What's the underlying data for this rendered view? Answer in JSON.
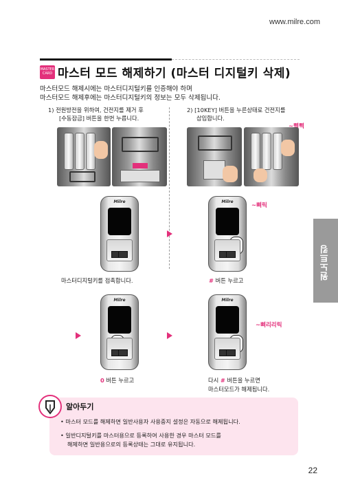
{
  "header": {
    "url": "www.milre.com"
  },
  "section": {
    "badge": "MASTER\nCARD",
    "title": "마스터 모드 해제하기 (마스터 디지털키 삭제)",
    "intro_lines": [
      "마스터모드 해제시에는 마스터디지털키를 인증해야 하며",
      "마스터모드 해제후에는 마스터디지털키의 정보는 모두 삭제됩니다."
    ]
  },
  "steps": {
    "step1": [
      "1) 전원방전을 위하여, 건전지를 제거 후",
      "[수동잠금] 버튼을 한번 누릅니다."
    ],
    "step2": [
      "2) [10KEY] 버튼을 누른상태로 건전지를",
      "삽입합니다."
    ],
    "sfx_ppikppik": "~삑삑",
    "sfx_ppirik": "~삐릭",
    "sfx_ppiririk": "~삐리리릭"
  },
  "captions": {
    "c1": "마스터디지털키를 접촉합니다.",
    "c2_key": "#",
    "c2_text": " 버튼 누르고",
    "c3_key": "0",
    "c3_text": " 버튼 누르고",
    "c4_pre": "다시 ",
    "c4_key": "#",
    "c4_text": " 버튼을 누르면",
    "c4_line2": "마스터모드가 해제됩니다."
  },
  "device": {
    "logo": "Milre"
  },
  "side_tab": {
    "label": "원노트킹"
  },
  "tip": {
    "title": "알아두기",
    "items": [
      "• 마스터 모드를 해제하면 일반사용자 사용중지 설정은 자동으로 해제됩니다.",
      "• 일반디지털키를 마스터용으로 등록하여 사용한 경우 마스터 모드를",
      "해제하면 일반용으로의 등록상태는 그대로 유지됩니다."
    ]
  },
  "page_number": "22",
  "colors": {
    "accent": "#e3307b",
    "tab": "#9a9a9a",
    "tip_bg": "#fde4ee"
  }
}
